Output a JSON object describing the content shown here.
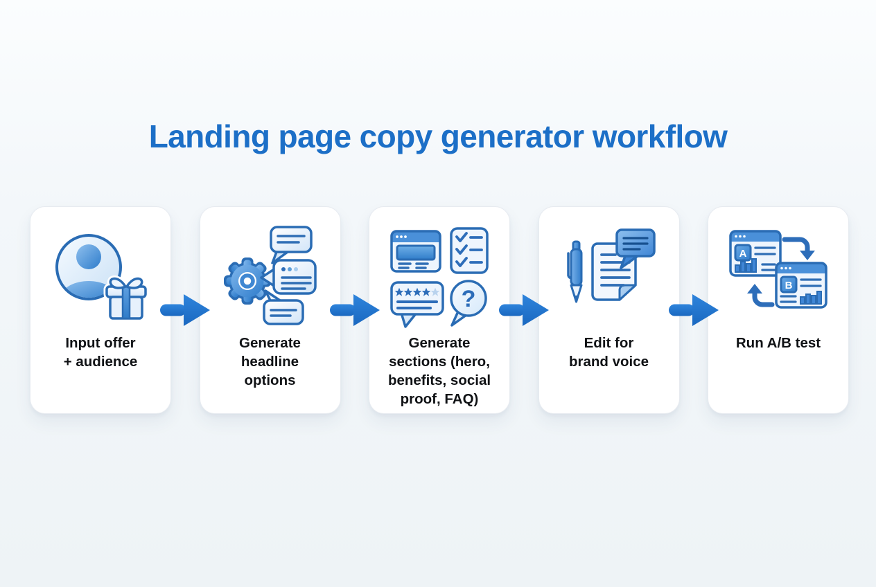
{
  "page": {
    "title": "Landing page copy generator workflow"
  },
  "colors": {
    "title_blue": "#1c6fc7",
    "arrow_blue": "#1f76d2",
    "icon_outline_blue": "#2a6cb4",
    "icon_fill_light": "#eaf3fc",
    "icon_accent_blue": "#3f86d6",
    "star_muted_blue": "#b9d3ee",
    "card_background": "#ffffff",
    "page_background": "#f2f6f9",
    "label_text": "#101215"
  },
  "steps": [
    {
      "label": "Input offer\n+ audience",
      "icon": "user-gift-icon"
    },
    {
      "label": "Generate\nheadline\noptions",
      "icon": "gear-chat-bubbles-icon"
    },
    {
      "label": "Generate\nsections (hero,\nbenefits, social\nproof, FAQ)",
      "icon": "page-sections-icon"
    },
    {
      "label": "Edit for\nbrand voice",
      "icon": "pen-document-icon"
    },
    {
      "label": "Run A/B test",
      "icon": "ab-test-icon"
    }
  ],
  "icon_text": {
    "variant_a": "A",
    "variant_b": "B",
    "question_mark": "?"
  }
}
